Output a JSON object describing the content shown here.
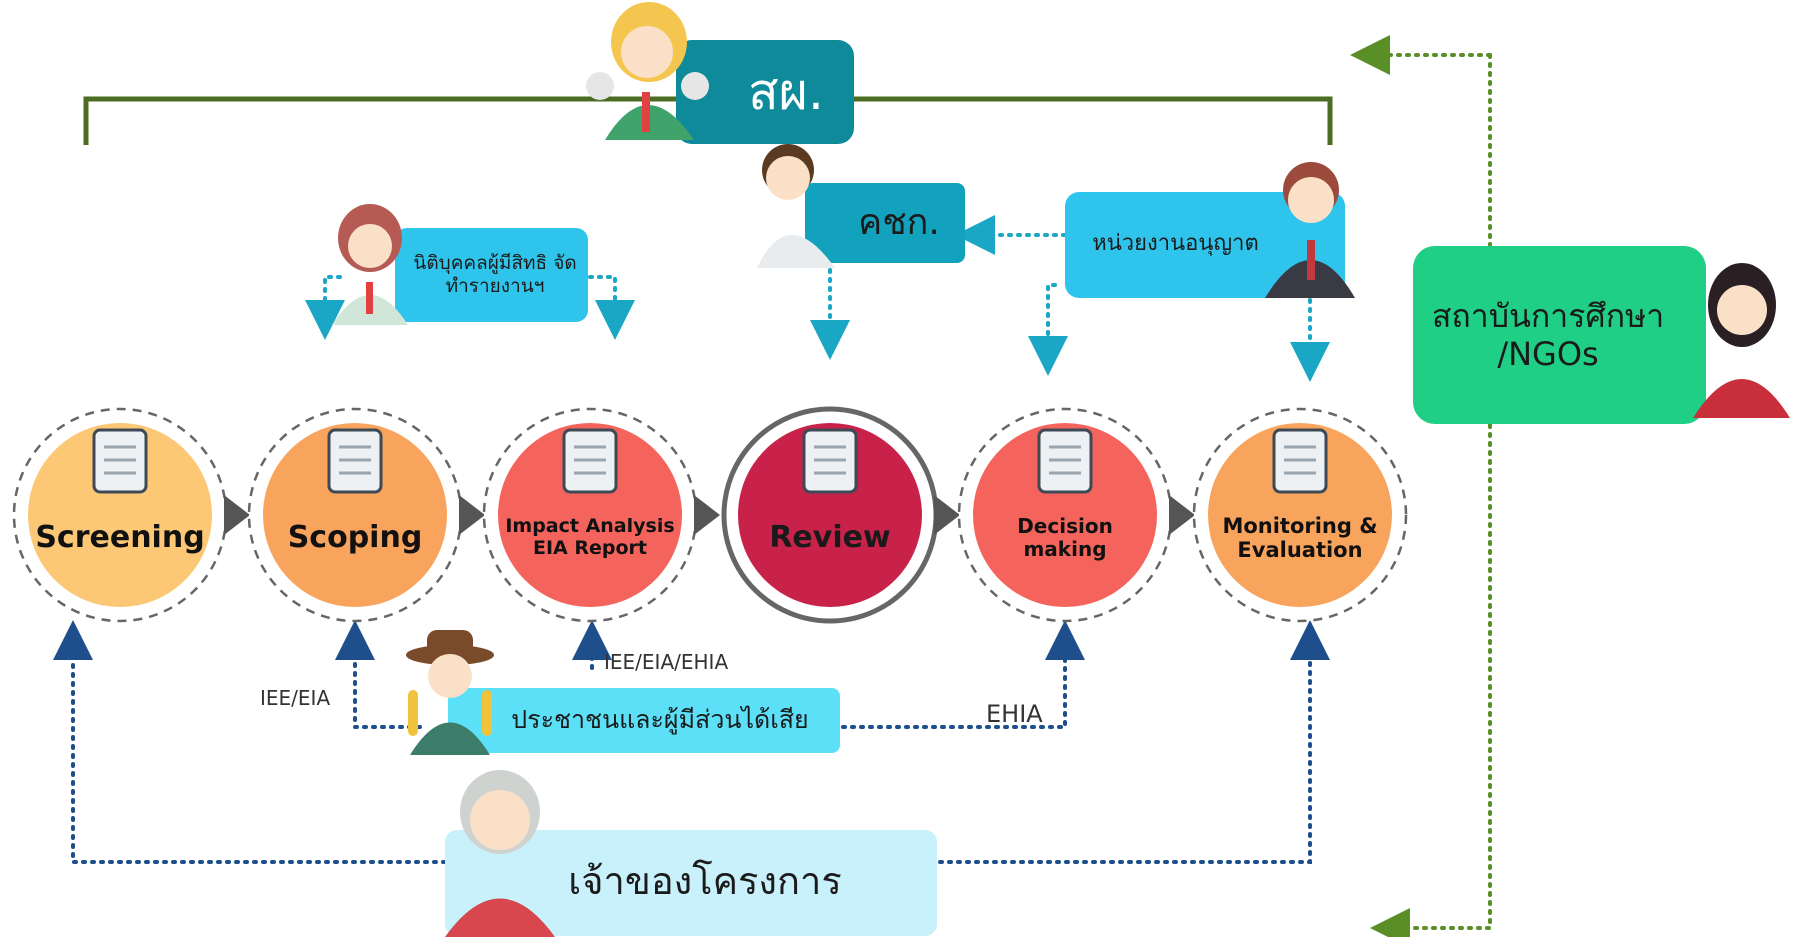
{
  "actors": {
    "onep": "สผ.",
    "committee": "คชก.",
    "licensed_entity": "นิติบุคคลผู้มีสิทธิ จัดทำรายงานฯ",
    "permit_agency": "หน่วยงานอนุญาต",
    "academia": "สถาบันการศึกษา /NGOs",
    "public": "ประชาชนและผู้มีส่วนได้เสีย",
    "owner": "เจ้าของโครงการ"
  },
  "steps": [
    {
      "label": "Screening",
      "color": "#fcc875"
    },
    {
      "label": "Scoping",
      "color": "#f9a45d"
    },
    {
      "label": "Impact Analysis EIA Report",
      "color": "#f4645c"
    },
    {
      "label": "Review",
      "color": "#c8224a"
    },
    {
      "label": "Decision making",
      "color": "#f4645c"
    },
    {
      "label": "Monitoring & Evaluation",
      "color": "#f9a45d"
    }
  ],
  "annotations": {
    "iee_eia": "IEE/EIA",
    "iee_eia_ehia": "IEE/EIA/EHIA",
    "ehia": "EHIA"
  },
  "colors": {
    "onep_box": "#0e8a9a",
    "committee_box": "#12a2bd",
    "light_cyan_box": "#2fc4ec",
    "public_box": "#5ce0f7",
    "owner_box": "#c8f1fb",
    "academia_box": "#1fcf85",
    "green_line": "#4c6b23",
    "blue_dots": "#1e4f8c",
    "cyan_dots": "#1aa7c6",
    "green_dots": "#5a8f28"
  }
}
